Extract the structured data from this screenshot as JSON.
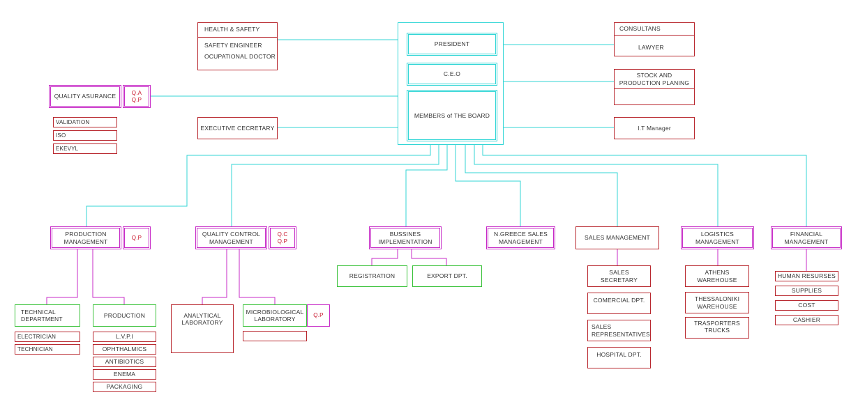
{
  "board": {
    "president": "PRESIDENT",
    "ceo": "C.E.O",
    "members": "MEMBERS of THE BOARD"
  },
  "health_safety": {
    "title": "HEALTH & SAFETY",
    "roles": [
      "SAFETY ENGINEER",
      "OCUPATIONAL DOCTOR"
    ]
  },
  "consultants": {
    "title": "CONSULTANS",
    "role": "LAWYER"
  },
  "stock": {
    "title": "STOCK AND\nPRODUCTION  PLANING"
  },
  "it": {
    "title": "I.T Manager"
  },
  "exec_secretary": {
    "title": "EXECUTIVE CECRETARY"
  },
  "quality_assurance": {
    "title": "QUALITY ASURANCE",
    "tag": "Q.A\nQ.P",
    "items": [
      "VALIDATION",
      "ISO",
      "EKEVYL"
    ]
  },
  "production_mgmt": {
    "title": "PRODUCTION\nMANAGEMENT",
    "tag": "Q.P",
    "technical": {
      "title": "TECHNICAL\nDEPARTMENT",
      "items": [
        "ELECTRICIAN",
        "TECHNICIAN"
      ]
    },
    "production": {
      "title": "PRODUCTION",
      "items": [
        "L.V.P.I",
        "OPHTHALMICS",
        "ANTIBIOTICS",
        "ENEMA",
        "PACKAGING"
      ]
    }
  },
  "quality_control": {
    "title": "QUALITY CONTROL\nMANAGEMENT",
    "tag": "Q.C\nQ.P",
    "analytical": "ANALYTICAL\nLABORATORY",
    "micro": {
      "title": "MICROBIOLOGICAL\nLABORATORY",
      "tag": "Q.P"
    }
  },
  "business": {
    "title": "BUSSINES\nIMPLEMENTATION",
    "registration": "REGISTRATION",
    "export": "EXPORT DPT."
  },
  "ngreece": {
    "title": "N.GREECE SALES\nMANAGEMENT"
  },
  "sales": {
    "title": "SALES MANAGEMENT",
    "items": [
      "SALES\nSECRETARY",
      "COMERCIAL DPT.",
      "SALES\nREPRESENTATIVES",
      "HOSPITAL DPT."
    ]
  },
  "logistics": {
    "title": "LOGISTICS\nMANAGEMENT",
    "items": [
      "ATHENS\nWAREHOUSE",
      "THESSALONIKI\nWAREHOUSE",
      "TRASPORTERS\nTRUCKS"
    ]
  },
  "financial": {
    "title": "FINANCIAL\nMANAGEMENT",
    "items": [
      "HUMAN RESURSES",
      "SUPPLIES",
      "COST",
      "CASHIER"
    ]
  },
  "colors": {
    "cyan_line": "#33d6d6",
    "magenta_line": "#c72bc7",
    "red_box": "#b8272e",
    "green_box": "#3ac23a",
    "tag_text": "#c8142a"
  }
}
